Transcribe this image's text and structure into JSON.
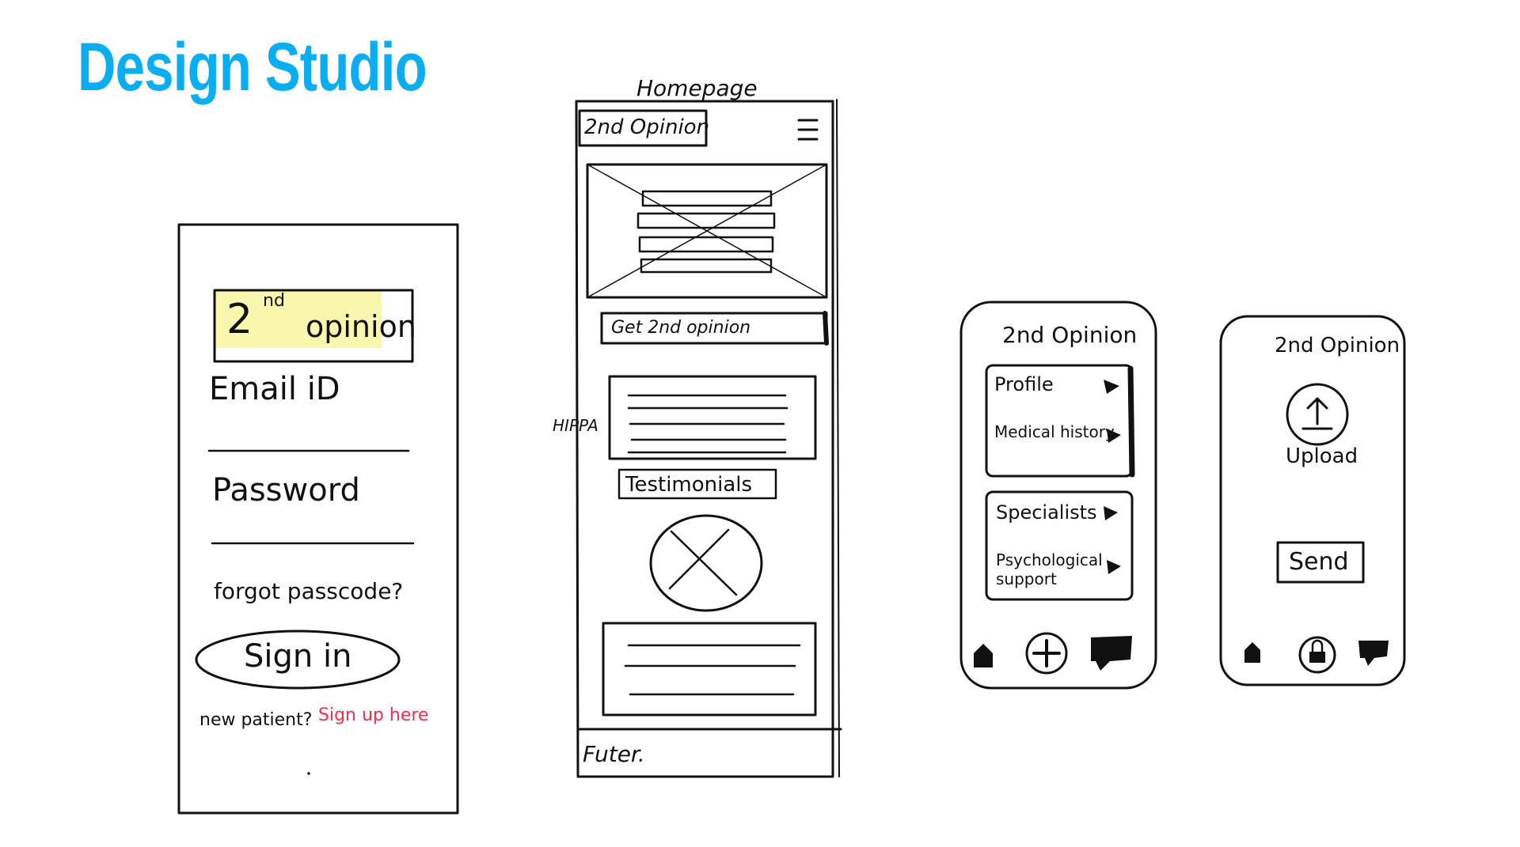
{
  "page": {
    "title": "Design Studio",
    "accent": "#0aaef0"
  },
  "login": {
    "logo_num": "2",
    "logo_sup": "nd",
    "logo_word": "opinion",
    "email_label": "Email iD",
    "password_label": "Password",
    "forgot": "forgot passcode?",
    "sign_in": "Sign in",
    "new_patient": "new patient?",
    "sign_up": "Sign up here",
    "signup_color": "#f0304a",
    "highlight_color": "#f2f06a"
  },
  "homepage": {
    "page_label": "Homepage",
    "logo": "2nd Opinion",
    "menu_icon": "hamburger-icon",
    "cta": "Get 2nd opinion",
    "side_note": "HIPPA",
    "testimonials": "Testimonials",
    "footer": "Futer."
  },
  "menu_screen": {
    "title": "2nd Opinion",
    "items": [
      {
        "label": "Profile"
      },
      {
        "label": "Medical history"
      },
      {
        "label": "Specialists"
      },
      {
        "label": "Psychological support"
      }
    ],
    "nav_icons": [
      "home-icon",
      "plus-circle-icon",
      "chat-icon"
    ]
  },
  "upload_screen": {
    "title": "2nd Opinion",
    "upload": "Upload",
    "send": "Send",
    "nav_icons": [
      "home-icon",
      "lock-circle-icon",
      "chat-icon"
    ]
  }
}
